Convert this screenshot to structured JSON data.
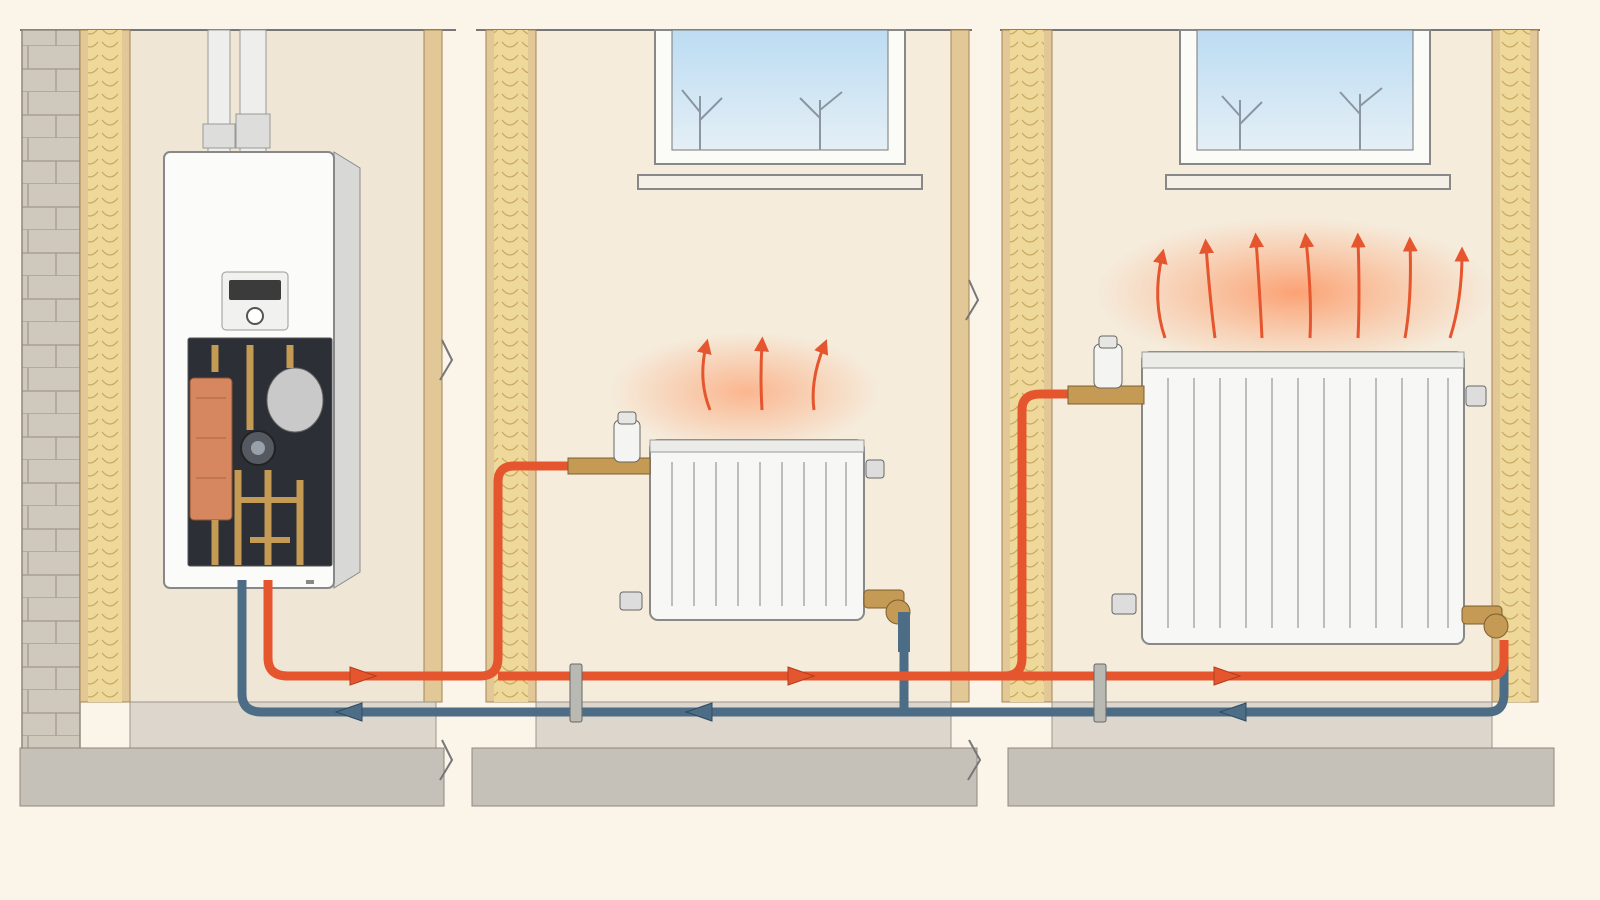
{
  "scene": {
    "kind": "central-heating-system",
    "rooms": 3,
    "components": {
      "boiler": {
        "icon": "combi-boiler-icon",
        "display_text": ""
      },
      "radiators": [
        {
          "id": "small",
          "icon": "radiator-icon",
          "heat": "low"
        },
        {
          "id": "large",
          "icon": "radiator-icon",
          "heat": "high"
        }
      ]
    },
    "pipes": {
      "flow_direction": "boiler-to-radiators",
      "return_direction": "radiators-to-boiler"
    }
  },
  "colors": {
    "background": "#faf4e9",
    "wall": "#f4ead8",
    "flow_pipe": "#e5562e",
    "return_pipe": "#4d6d86",
    "heat_glow": "#ff8a50",
    "brass": "#c59a55",
    "copper": "#d6875f",
    "timber": "#e2c797",
    "insulation": "#eed89a",
    "concrete": "#c6c1b8"
  }
}
